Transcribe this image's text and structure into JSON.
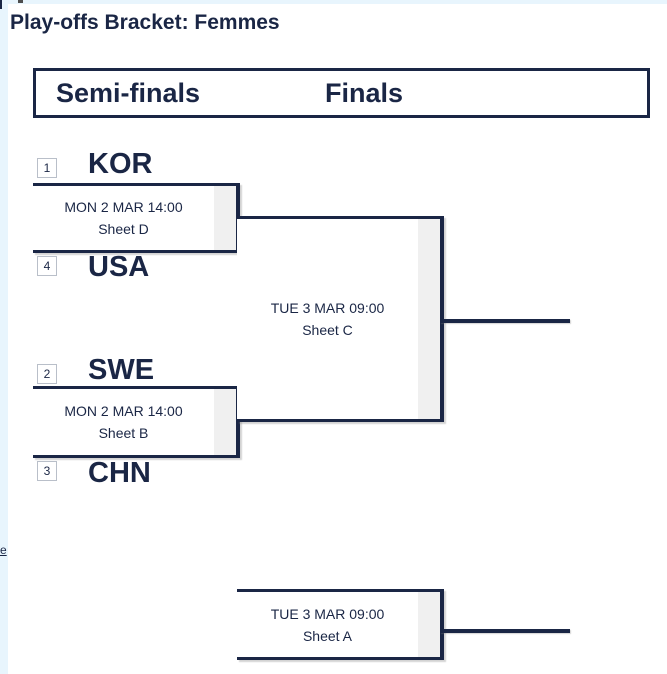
{
  "page": {
    "title": "Play-offs Bracket: Femmes",
    "edge_fragment_text": "e"
  },
  "header": {
    "semifinals_label": "Semi-finals",
    "finals_label": "Finals"
  },
  "colors": {
    "navy": "#1a2645",
    "score_strip_gray": "#f0f0f0",
    "page_edge_blue": "#e8f5fd",
    "seed_border_gray": "#b9bfc9"
  },
  "bracket": {
    "semifinal_1": {
      "top_seed": "1",
      "top_team": "KOR",
      "bottom_seed": "4",
      "bottom_team": "USA",
      "datetime": "MON 2 MAR 14:00",
      "sheet": "Sheet D"
    },
    "semifinal_2": {
      "top_seed": "2",
      "top_team": "SWE",
      "bottom_seed": "3",
      "bottom_team": "CHN",
      "datetime": "MON 2 MAR 14:00",
      "sheet": "Sheet B"
    },
    "final": {
      "datetime": "TUE 3 MAR 09:00",
      "sheet": "Sheet C"
    },
    "bronze": {
      "datetime": "TUE 3 MAR 09:00",
      "sheet": "Sheet A"
    }
  }
}
